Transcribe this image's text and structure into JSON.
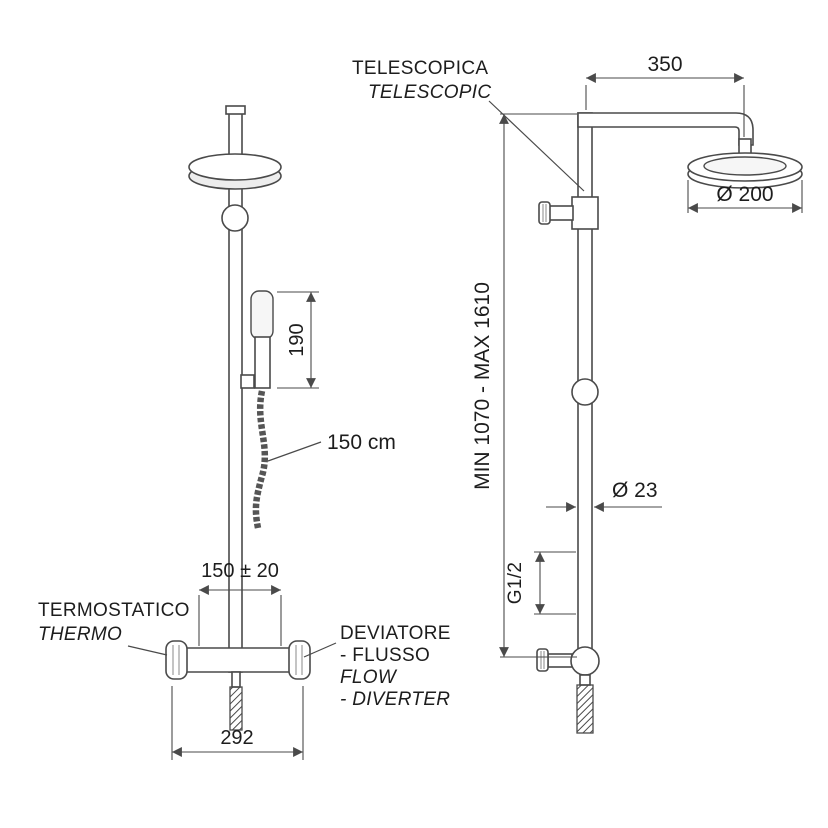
{
  "front_view": {
    "dim_handshower_height": "190",
    "hose_length_label": "150 cm",
    "dim_inlet_spacing": "150 ± 20",
    "thermostatic_label_it": "TERMOSTATICO",
    "thermostatic_label_en": "THERMO",
    "diverter_line1": "DEVIATORE",
    "diverter_line2": "- FLUSSO",
    "diverter_line3": "FLOW",
    "diverter_line4": "- DIVERTER",
    "dim_base_width": "292"
  },
  "side_view": {
    "telescopic_label_it": "TELESCOPICA",
    "telescopic_label_en": "TELESCOPIC",
    "dim_arm_length": "350",
    "dim_head_diameter": "Ø 200",
    "dim_column_height": "MIN 1070 - MAX 1610",
    "dim_pipe_diameter": "Ø 23",
    "thread_label": "G1/2"
  }
}
